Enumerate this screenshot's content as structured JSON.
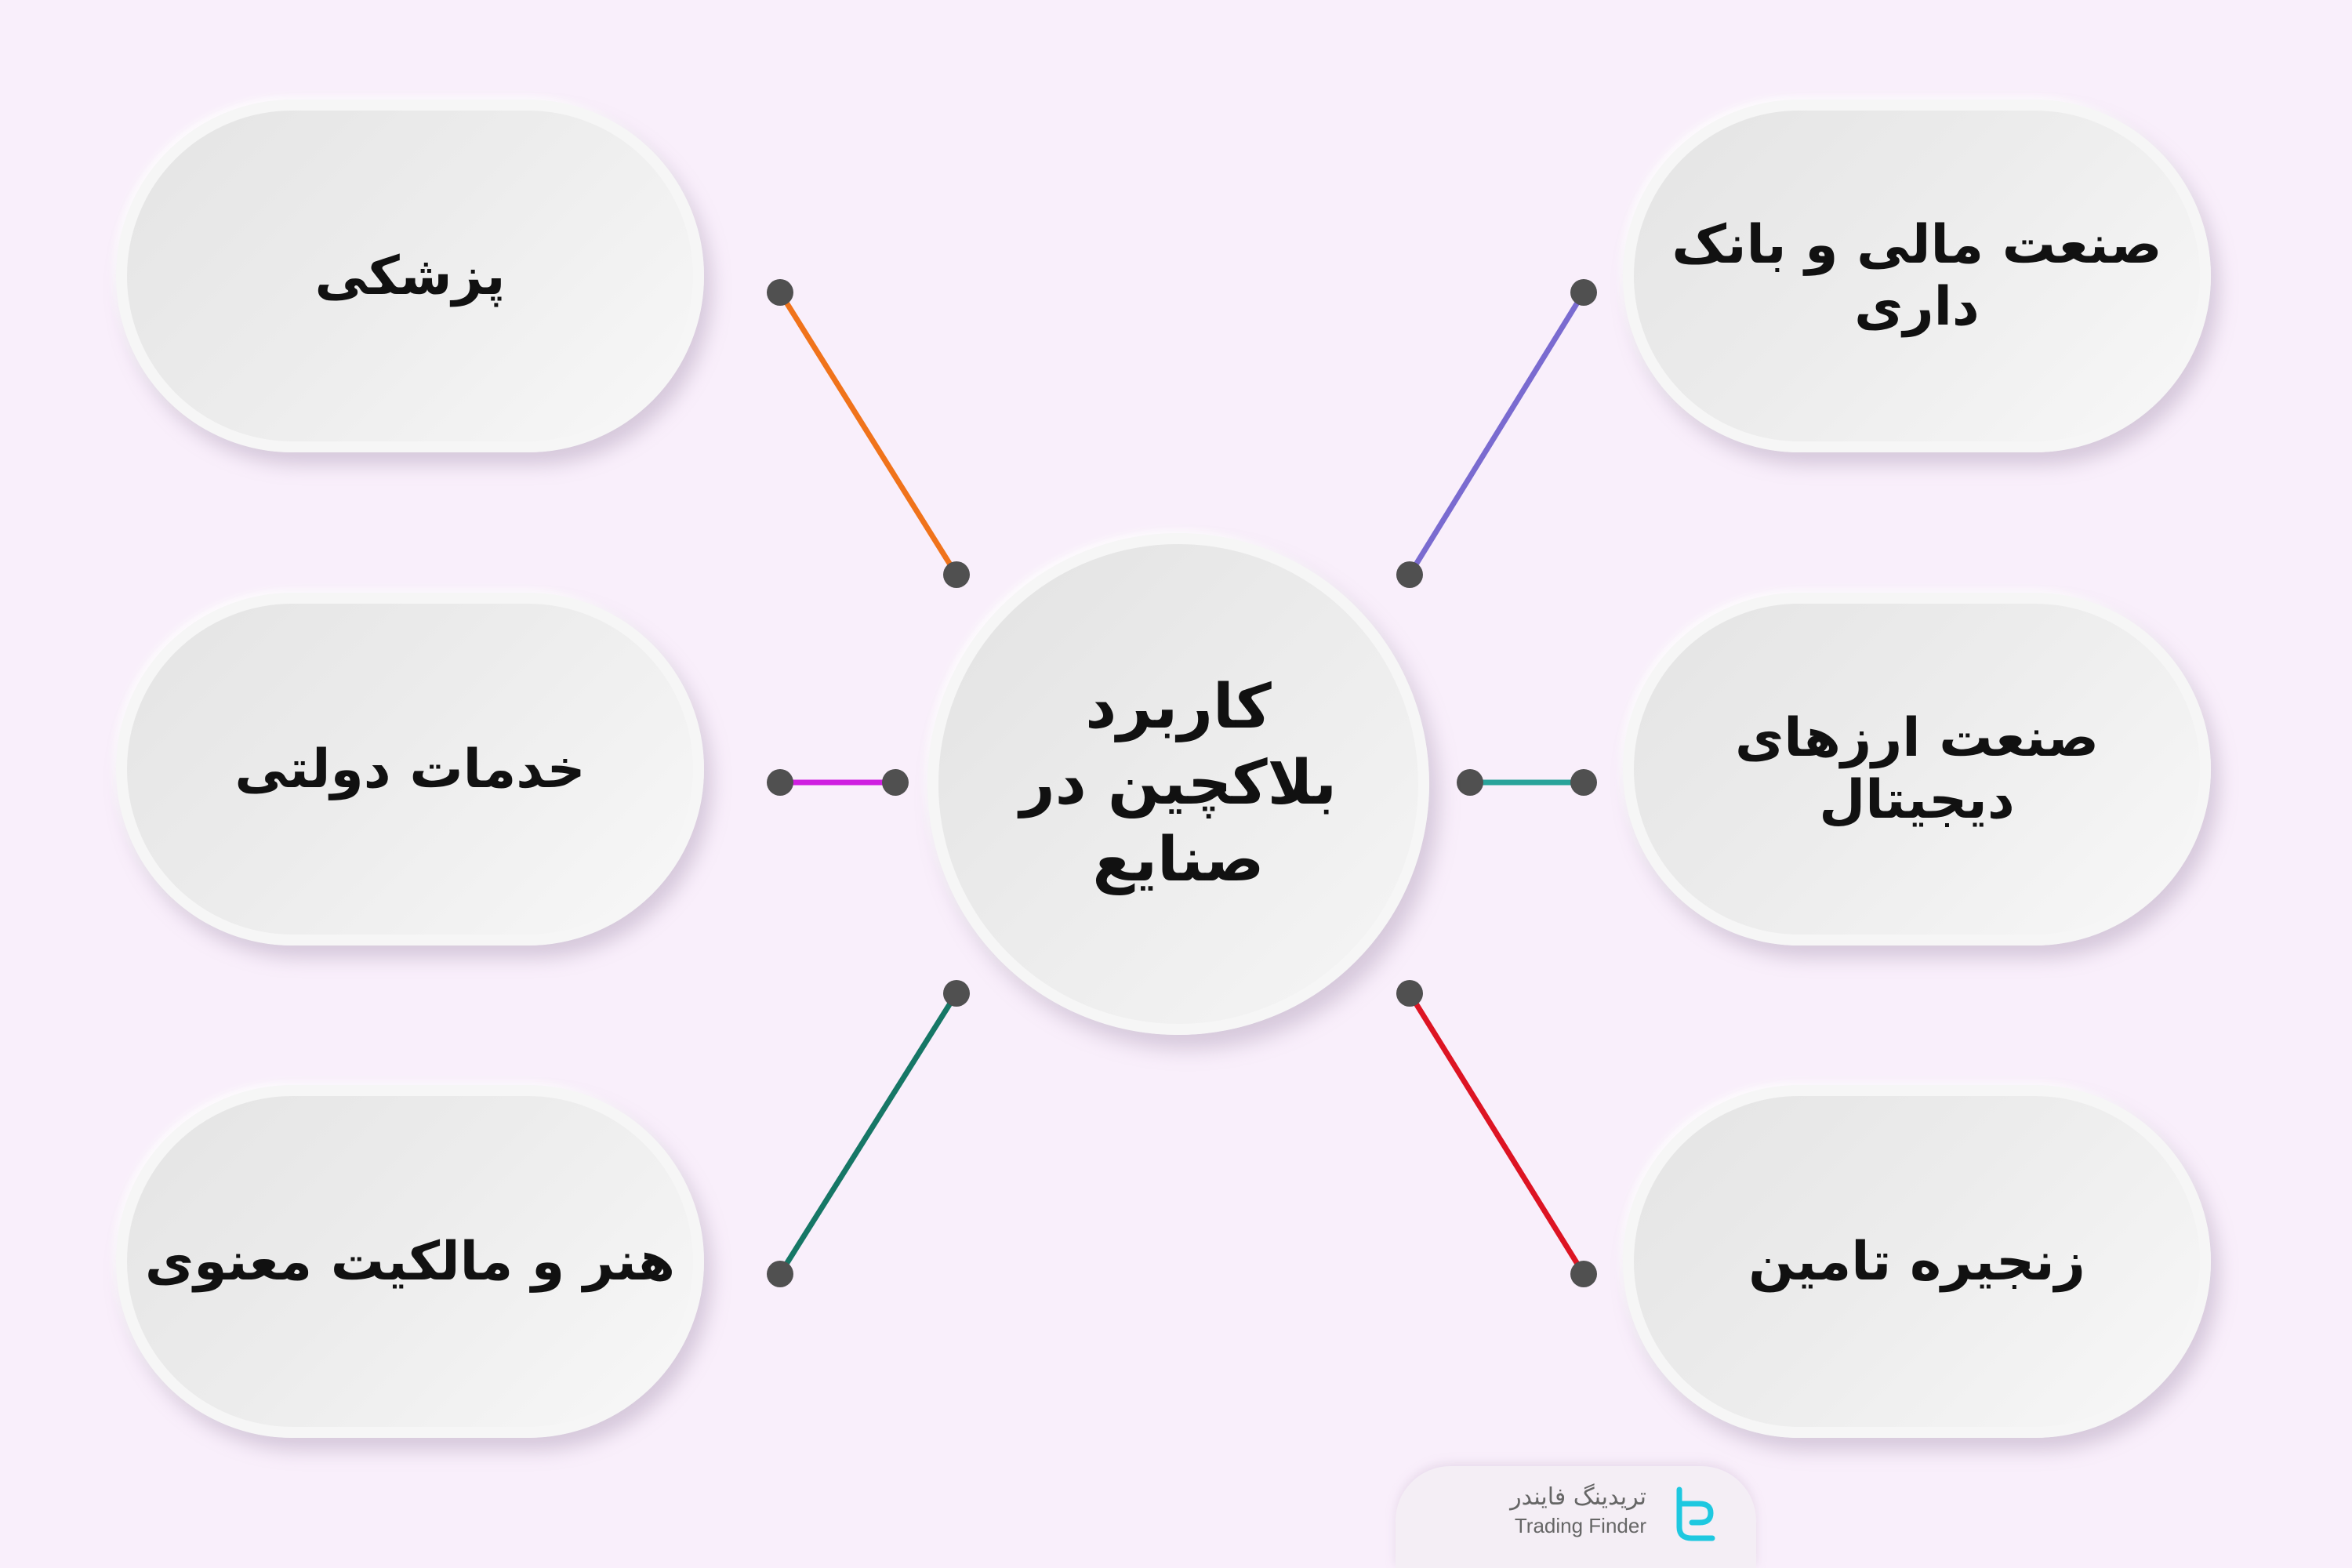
{
  "center": {
    "title": "کاربرد بلاکچین در صنایع"
  },
  "branches": [
    {
      "label": "پزشکی",
      "color": "#f0731b"
    },
    {
      "label": "خدمات دولتی",
      "color": "#cf1fe0"
    },
    {
      "label": "هنر و مالکیت معنوی",
      "color": "#167766"
    },
    {
      "label": "صنعت مالی و بانک داری",
      "color": "#7a6bd0"
    },
    {
      "label": "صنعت ارزهای دیجیتال",
      "color": "#2aa39a"
    },
    {
      "label": "زنجیره تامین",
      "color": "#dd1423"
    }
  ],
  "logo": {
    "name_fa": "تریدینگ فایندر",
    "name_en": "Trading Finder",
    "color": "#1ec8e0"
  }
}
